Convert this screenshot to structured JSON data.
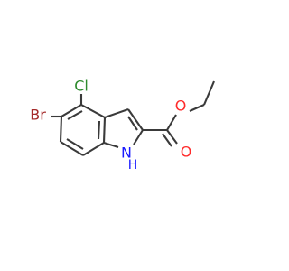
{
  "diagram": {
    "type": "skeletal-formula",
    "colors": {
      "bond": "#3a3a3a",
      "Br": "#a52a2a",
      "Cl": "#2e8b2e",
      "O": "#ff2b2b",
      "N": "#1a1aff"
    },
    "atoms": {
      "br": "Br",
      "cl": "Cl",
      "o_ester": "O",
      "o_carbonyl": "O",
      "n": "N",
      "h": "H"
    }
  }
}
